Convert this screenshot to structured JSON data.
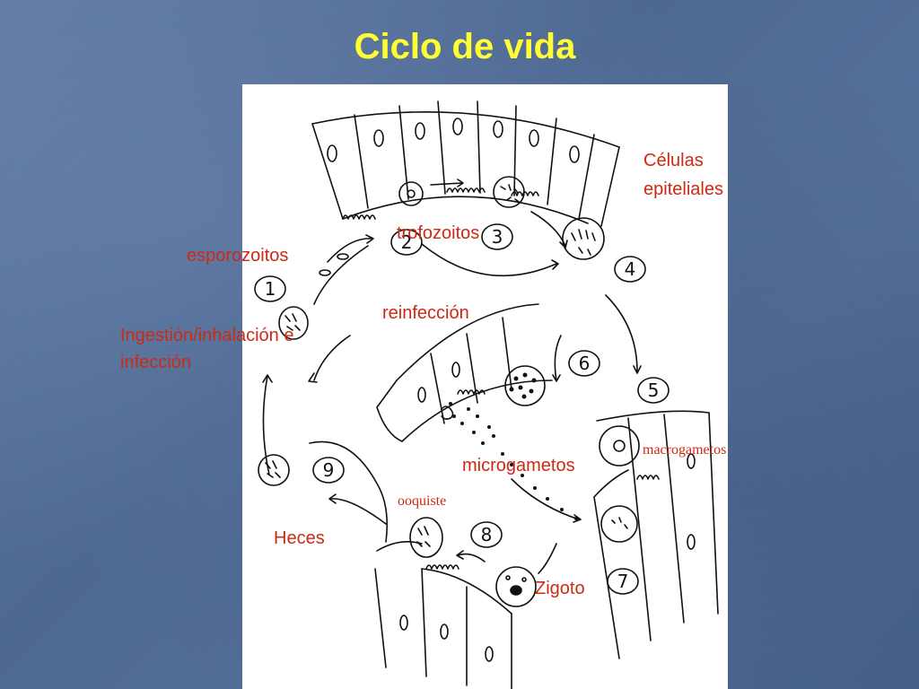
{
  "title": "Ciclo de vida",
  "labels": {
    "celulas": "Células",
    "epiteliales": "epiteliales",
    "trofozoitos": "trofozoitos",
    "esporozoitos": "esporozoitos",
    "reinfeccion": "reinfección",
    "ingestion_1": "Ingestión/inhalación e",
    "ingestion_2": "infección",
    "macrogametos": "macrogametos",
    "microgametos": "microgametos",
    "ooquiste": "ooquiste",
    "heces": "Heces",
    "zigoto": "Zigoto"
  },
  "stages": [
    "1",
    "2",
    "3",
    "4",
    "5",
    "6",
    "7",
    "8",
    "9"
  ],
  "colors": {
    "title": "#ffff33",
    "label": "#cc2a14",
    "background": "#51709b"
  }
}
